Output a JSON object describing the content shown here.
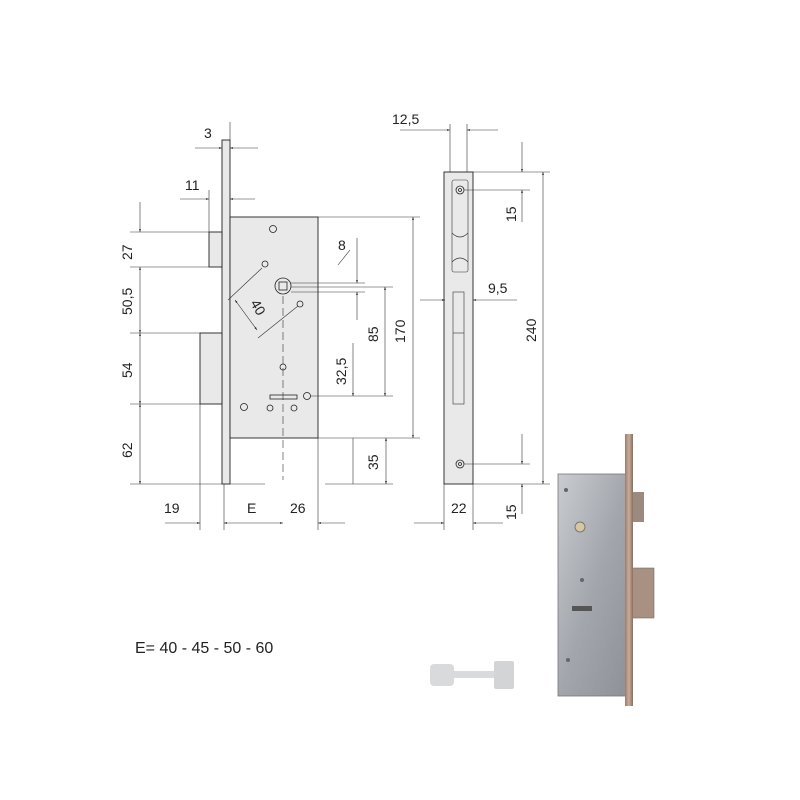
{
  "drawing": {
    "lock_side_dimensions": {
      "faceplate_thickness": "3",
      "bolt_projection": "11",
      "left_vertical": [
        "27",
        "50,5",
        "54",
        "62"
      ],
      "spindle_square": "8",
      "spindle_to_corner": "40",
      "spindle_to_keyhole": "85",
      "case_height": "170",
      "keyhole_from_bottom": "32,5",
      "case_bottom_offset": "35",
      "bottom_horizontal": [
        "19",
        "E",
        "26"
      ]
    },
    "faceplate_dimensions": {
      "top_width": "12,5",
      "top_screw": "15",
      "slot_width": "9,5",
      "total_height": "240",
      "bottom_width": "22",
      "bottom_screw": "15"
    },
    "backset_note": "E= 40 - 45 - 50 - 60"
  },
  "colors": {
    "part_fill": "#e9e9e9",
    "line": "#222222",
    "photo_metal": "#a9adb3",
    "faceplate_bronze": "#b89a86"
  }
}
